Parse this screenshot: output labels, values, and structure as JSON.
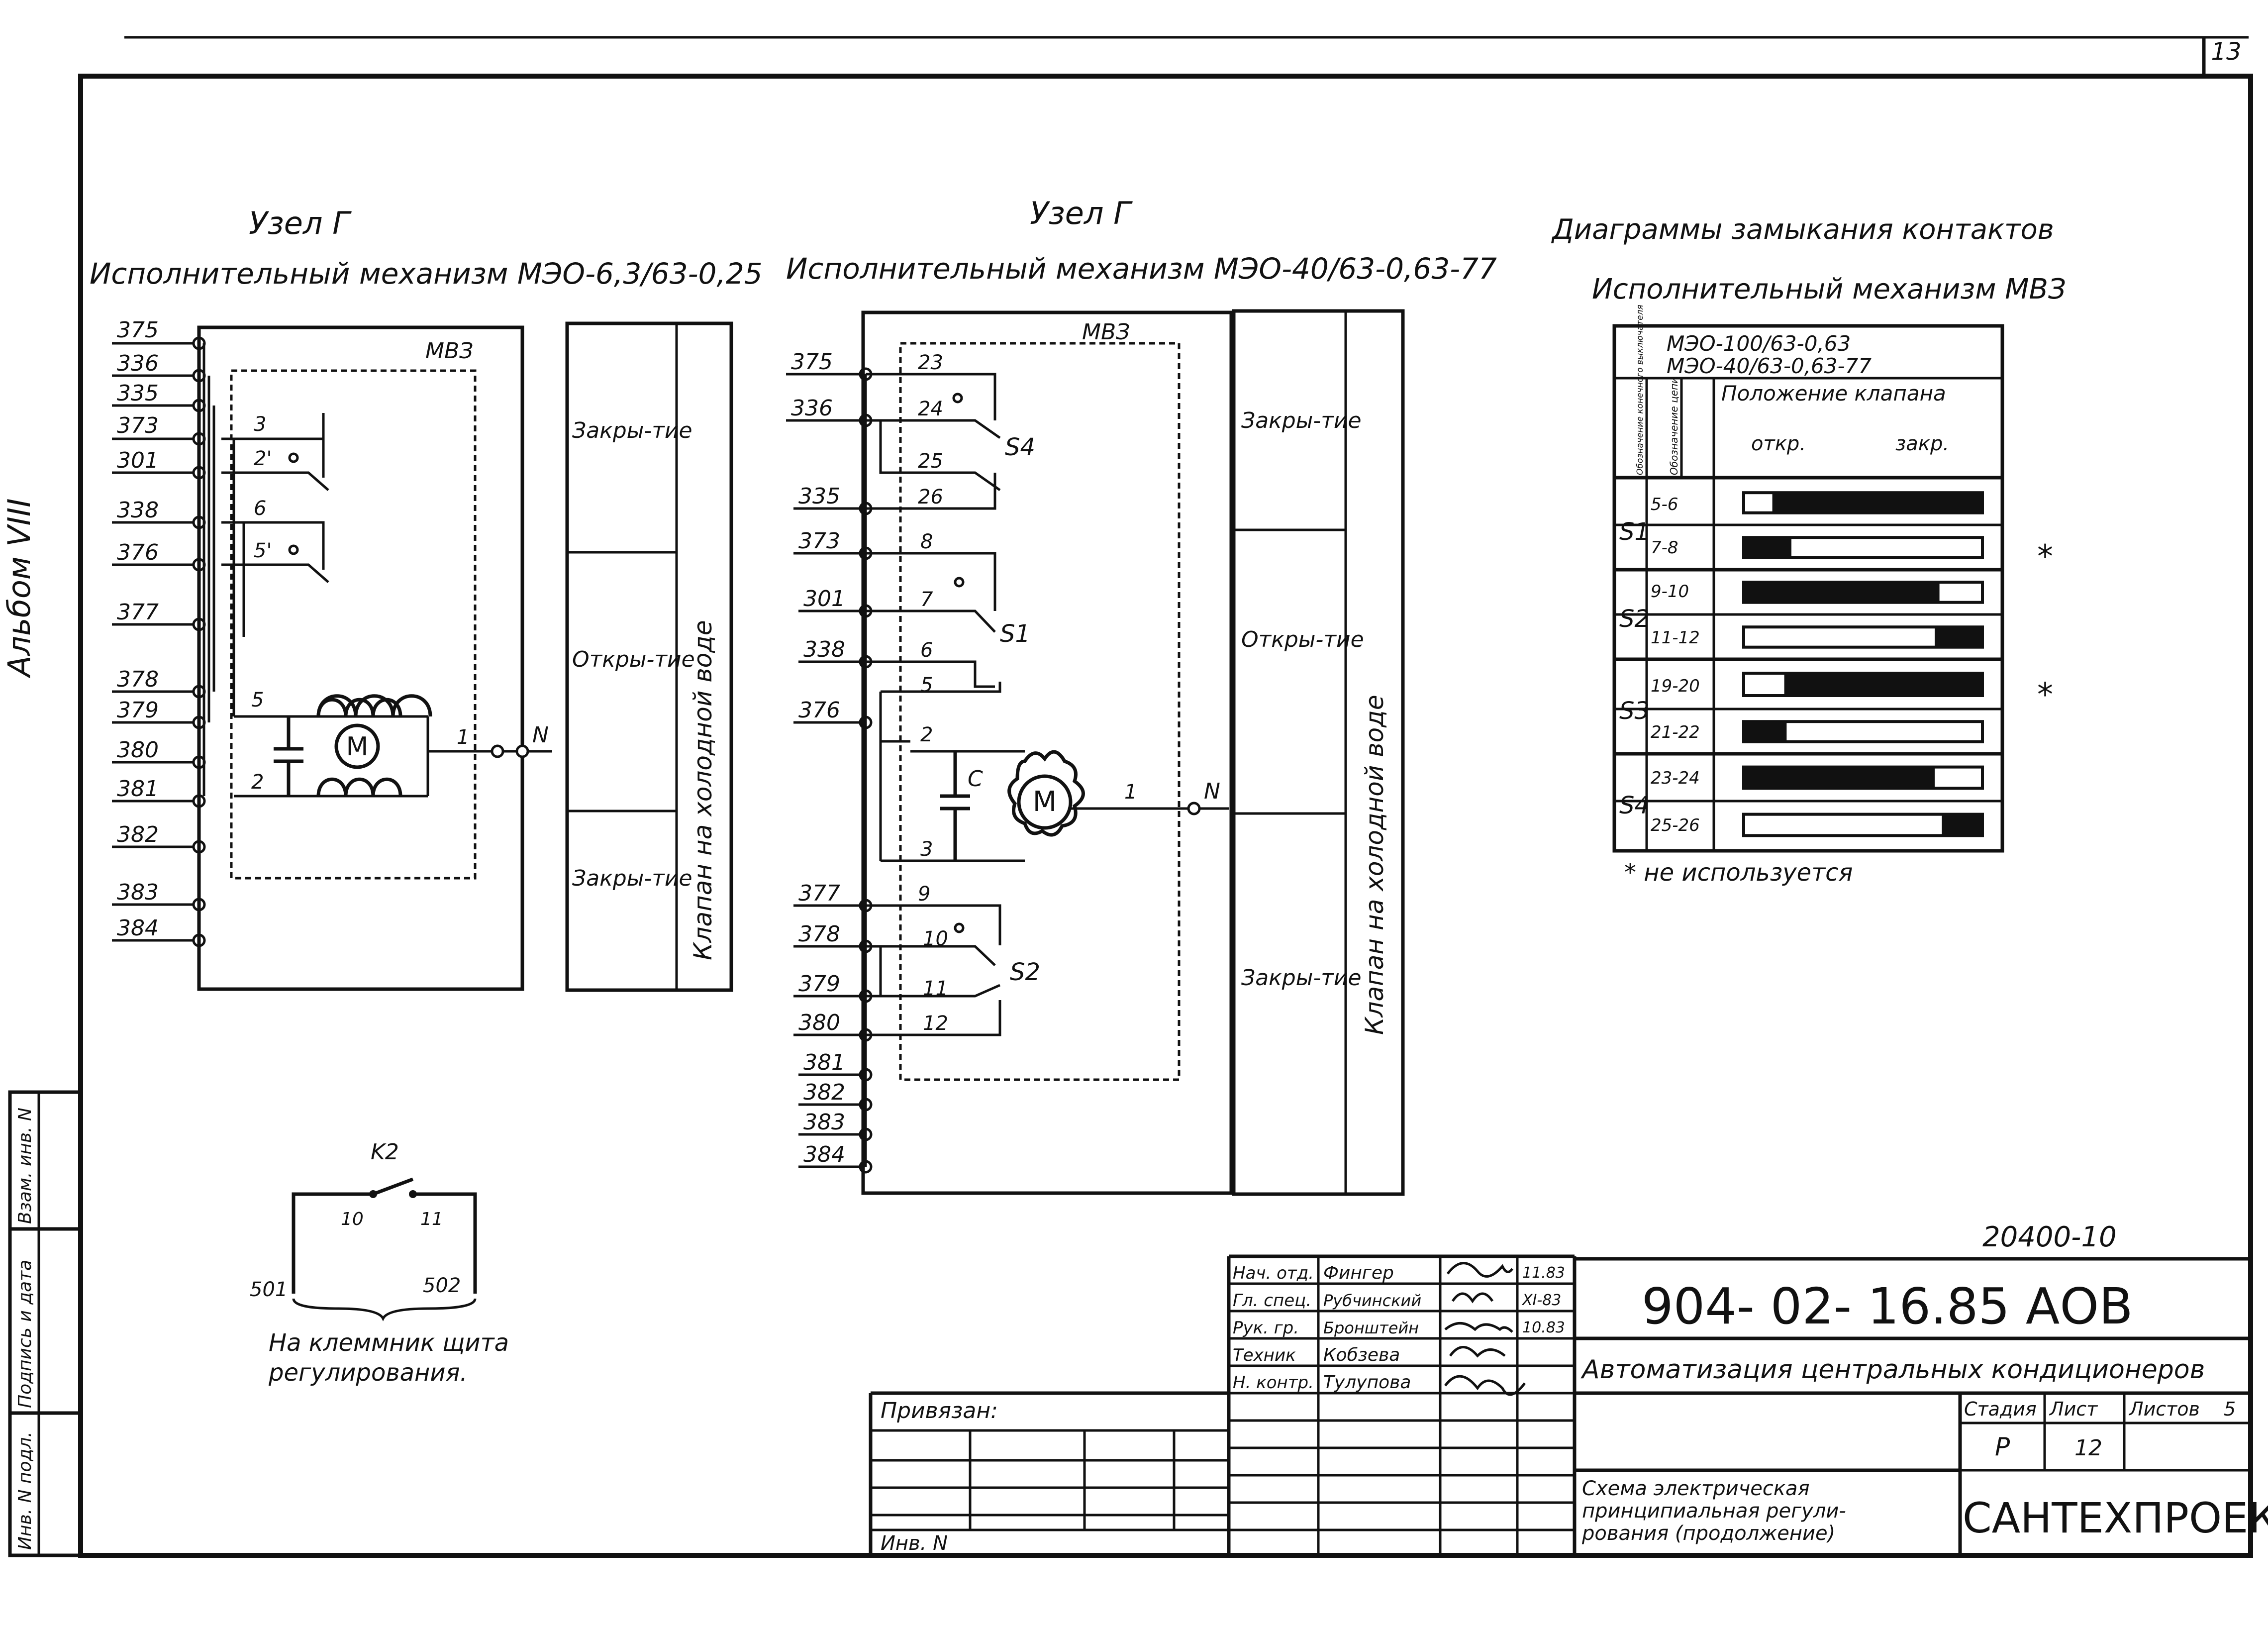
{
  "sheet": {
    "page_number": "13",
    "side_code": "Альбом VIII",
    "stamp_number": "20400-10"
  },
  "left_scheme": {
    "node_title": "Узел Г",
    "mechanism_title": "Исполнительный механизм МЭО-6,3/63-0,25",
    "terminals": [
      "375",
      "336",
      "335",
      "373",
      "301",
      "338",
      "376",
      "377",
      "378",
      "379",
      "380",
      "381",
      "382",
      "383",
      "384"
    ],
    "box_label": "МВЗ",
    "contact_labels": [
      "3",
      "2'",
      "6",
      "5'",
      "5",
      "2",
      "1"
    ],
    "motor_label": "M",
    "neutral_label": "N",
    "modes": [
      "Закры-тие",
      "Откры-тие",
      "Закры-тие"
    ],
    "valve_label": "Клапан на холодной воде"
  },
  "middle_scheme": {
    "node_title": "Узел Г",
    "mechanism_title": "Исполнительный механизм МЭО-40/63-0,63-77",
    "terminals": [
      "375",
      "336",
      "335",
      "373",
      "301",
      "338",
      "376",
      "377",
      "378",
      "379",
      "380",
      "381",
      "382",
      "383",
      "384"
    ],
    "box_label": "МВЗ",
    "contact_labels": [
      "23",
      "24",
      "25",
      "26",
      "8",
      "7",
      "6",
      "5",
      "2",
      "3",
      "9",
      "10",
      "11",
      "12"
    ],
    "switch_labels": [
      "S4",
      "S1",
      "S2"
    ],
    "capacitor_label": "C",
    "motor_label": "M",
    "motor_terminal": "1",
    "neutral_label": "N",
    "modes": [
      "Закры-тие",
      "Откры-тие",
      "Закры-тие"
    ],
    "valve_label": "Клапан на холодной воде"
  },
  "contact_diagram": {
    "title": "Диаграммы замыкания контактов",
    "subtitle": "Исполнительный механизм МВЗ",
    "model_line_1": "МЭО-100/63-0,63",
    "model_line_2": "МЭО-40/63-0,63-77",
    "col_switch_header": "Обозначение конечного выключателя",
    "col_circuit_header": "Обозначение цепи",
    "position_header": "Положение клапана",
    "open_label": "откр.",
    "closed_label": "закр.",
    "rows": [
      {
        "switch": "S1",
        "circuit": "5-6",
        "start": 0.12,
        "end": 1.0,
        "unused": false
      },
      {
        "switch": "S1",
        "circuit": "7-8",
        "start": 0.0,
        "end": 0.2,
        "unused": true
      },
      {
        "switch": "S2",
        "circuit": "9-10",
        "start": 0.0,
        "end": 0.82,
        "unused": false
      },
      {
        "switch": "S2",
        "circuit": "11-12",
        "start": 0.8,
        "end": 1.0,
        "unused": false
      },
      {
        "switch": "S3",
        "circuit": "19-20",
        "start": 0.17,
        "end": 1.0,
        "unused": true
      },
      {
        "switch": "S3",
        "circuit": "21-22",
        "start": 0.0,
        "end": 0.18,
        "unused": false
      },
      {
        "switch": "S4",
        "circuit": "23-24",
        "start": 0.0,
        "end": 0.8,
        "unused": false
      },
      {
        "switch": "S4",
        "circuit": "25-26",
        "start": 0.83,
        "end": 1.0,
        "unused": false
      }
    ],
    "footnote": "* не используется"
  },
  "k2_block": {
    "label": "K2",
    "pins": [
      "10",
      "11"
    ],
    "wires": [
      "501",
      "502"
    ],
    "caption_line_1": "На клеммник щита",
    "caption_line_2": "регулирования."
  },
  "side_strip": {
    "labels": [
      "Инв. N подл.",
      "Подпись и дата",
      "Взам. инв. N"
    ]
  },
  "title_block": {
    "tied_to": "Привязан:",
    "inv_no": "Инв. N",
    "staff": [
      {
        "role": "Нач. отд.",
        "name": "Фингер",
        "date": "11.83"
      },
      {
        "role": "Гл. спец.",
        "name": "Рубчинский",
        "date": "XI-83"
      },
      {
        "role": "Рук. гр.",
        "name": "Бронштейн",
        "date": "10.83"
      },
      {
        "role": "Техник",
        "name": "Кобзева",
        "date": ""
      },
      {
        "role": "Н. контр.",
        "name": "Тулупова",
        "date": ""
      }
    ],
    "designation": "904- 02- 16.85 АОВ",
    "project": "Автоматизация центральных кондиционеров",
    "stage_header": "Стадия",
    "sheet_header": "Лист",
    "sheets_header": "Листов",
    "sheets_value": "5",
    "stage_value": "Р",
    "sheet_value": "12",
    "description_lines": [
      "Схема электрическая",
      "принципиальная регули-",
      "рования (продолжение)"
    ],
    "organization": "САНТЕХПРОЕКТ"
  }
}
